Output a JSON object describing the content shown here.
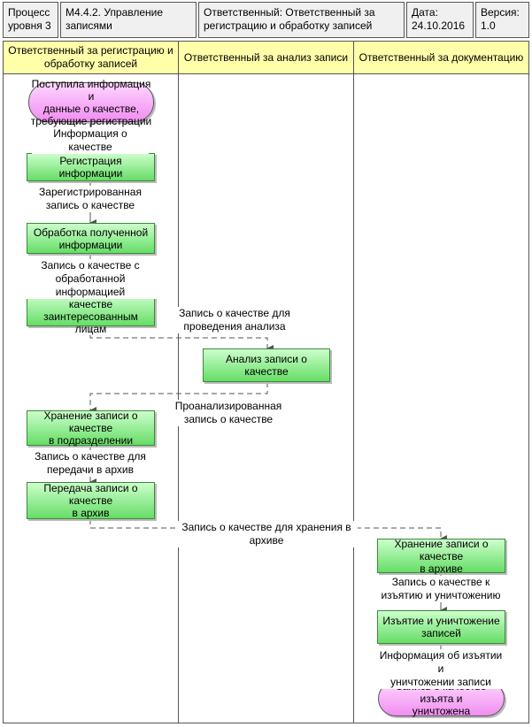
{
  "header": {
    "process_level": "Процесс\nуровня 3",
    "process_name": "М4.4.2.  Управление\nзаписями",
    "responsible": "Ответственный: Ответственный за\nрегистрацию и обработку записей",
    "date": "Дата:\n24.10.2016",
    "version": "Версия:\n1.0"
  },
  "lanes": [
    "Ответственный за регистрацию и\nобработку записей",
    "Ответственный за анализ записи",
    "Ответственный за документацию"
  ],
  "nodes": {
    "start": "Поступила информация и\nданные о качестве,\nтребующие регистрации",
    "register": "Регистрация информации",
    "process": "Обработка полученной\nинформации",
    "transfer_stakeholders": "Передача записи о качестве\nзаинтересованным лицам",
    "analysis": "Анализ записи о качестве",
    "store_dept": "Хранение записи о качестве\nв подразделении",
    "transfer_archive": "Передача записи о качестве\nв архив",
    "store_archive": "Хранение записи о качестве\nв архиве",
    "withdraw": "Изъятие и уничтожение\nзаписей",
    "end": "Запись о качестве изъята и\nуничтожена"
  },
  "flows": {
    "f1": "Информация о качестве",
    "f2": "Зарегистрированная\nзапись о качестве",
    "f3": "Запись о качестве с\nобработанной информацией",
    "f4": "Запись о качестве для\nпроведения анализа",
    "f5": "Проанализированная\nзапись о качестве",
    "f6": "Запись о качестве для\nпередачи в архив",
    "f7": "Запись о качестве для хранения в архиве",
    "f8": "Запись о качестве к\nизъятию и уничтожению",
    "f9": "Информация об изъятии и\nуничтожении записи"
  }
}
